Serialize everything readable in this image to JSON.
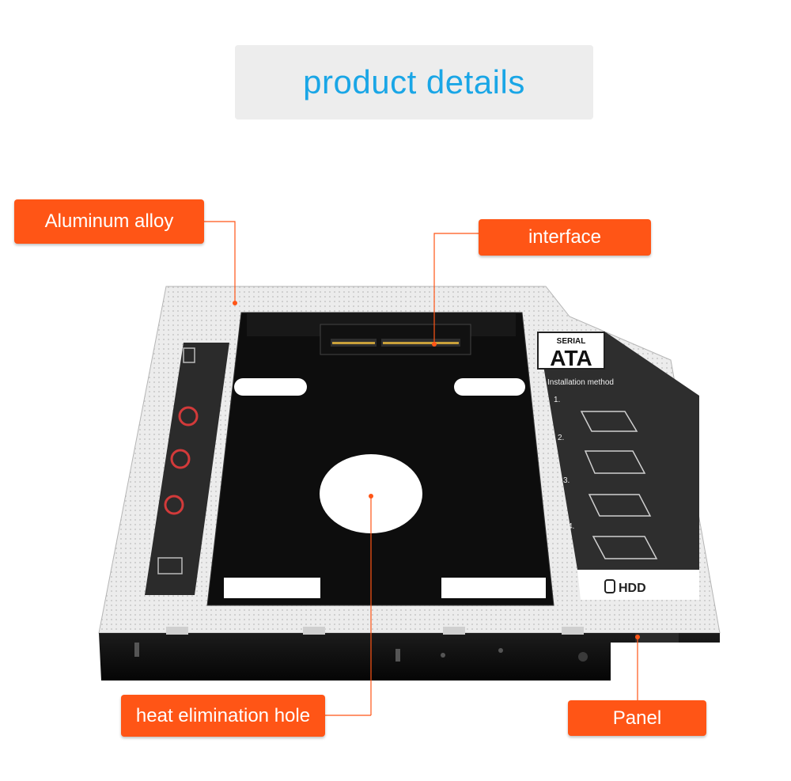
{
  "title": "product details",
  "callouts": {
    "aluminum": "Aluminum alloy",
    "interface": "interface",
    "heat": "heat elimination hole",
    "panel": "Panel"
  },
  "label_panel": {
    "brand_top": "SERIAL",
    "brand_main": "ATA",
    "installation": "Installation method",
    "steps": [
      "1.",
      "2.",
      "3.",
      "4."
    ],
    "hdd": "HDD"
  },
  "colors": {
    "title": "#1aa6e6",
    "callout_bg": "#ff5516",
    "leader_line": "#ff5516",
    "tray_black": "#0d0d0d",
    "frame_silver": "#e6e6e6"
  }
}
